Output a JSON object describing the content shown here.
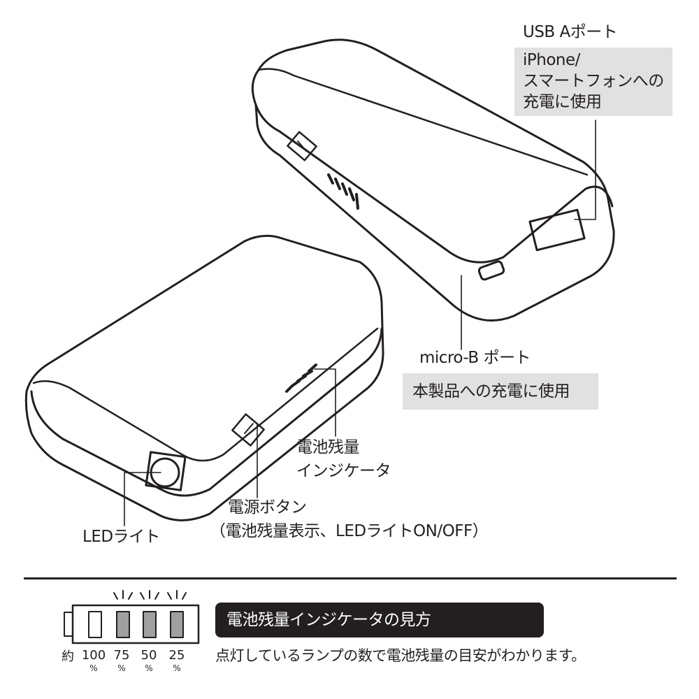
{
  "callouts": {
    "usb_a": {
      "title": "USB Aポート",
      "lines": [
        "iPhone/",
        "スマートフォンへの",
        "充電に使用"
      ]
    },
    "micro_b": {
      "title": "micro-B ポート",
      "desc": "本製品への充電に使用"
    },
    "battery_indicator": {
      "lines": [
        "電池残量",
        "インジケータ"
      ]
    },
    "power_button": {
      "title": "電源ボタン",
      "desc": "（電池残量表示、LEDライトON/OFF）"
    },
    "led_light": {
      "title": "LEDライト"
    }
  },
  "legend": {
    "heading": "電池残量インジケータの見方",
    "description": "点灯しているランプの数で電池残量の目安がわかります。",
    "approx_label": "約",
    "levels": [
      "100",
      "75",
      "50",
      "25"
    ],
    "percent_sign": "%",
    "lit_lamps": 3
  },
  "colors": {
    "ink": "#231f20",
    "label_box": "#e1e1e1",
    "lamp_lit": "#a0a0a0"
  }
}
